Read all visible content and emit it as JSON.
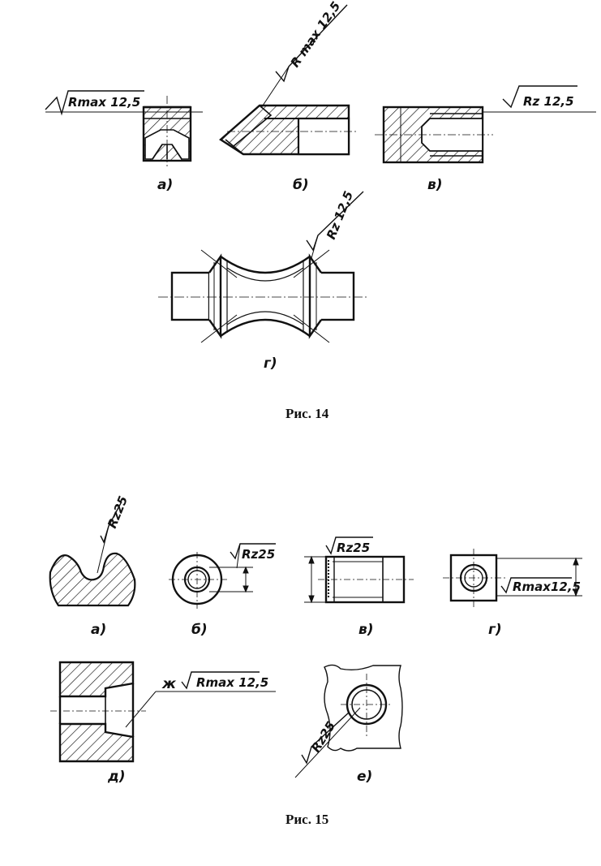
{
  "figure_14": {
    "caption": "Рис. 14",
    "views": {
      "a": {
        "label": "а)",
        "roughness": "Rmax 12,5"
      },
      "b": {
        "label": "б)",
        "roughness": "R max 12,5"
      },
      "v": {
        "label": "в)",
        "roughness": "Rz 12,5"
      },
      "g": {
        "label": "г)",
        "roughness": "Rz 12,5"
      }
    }
  },
  "figure_15": {
    "caption": "Рис. 15",
    "views": {
      "a": {
        "label": "а)",
        "roughness": "Rz25"
      },
      "b": {
        "label": "б)",
        "roughness": "Rz25"
      },
      "v": {
        "label": "в)",
        "roughness": "Rz25"
      },
      "g": {
        "label": "г)",
        "roughness": "Rmax12,5"
      },
      "d": {
        "label": "д)",
        "roughness": "Rmax 12,5",
        "mark": "ж"
      },
      "e": {
        "label": "е)",
        "roughness": "Rz25"
      }
    }
  },
  "colors": {
    "ink": "#111111",
    "paper": "#ffffff"
  }
}
